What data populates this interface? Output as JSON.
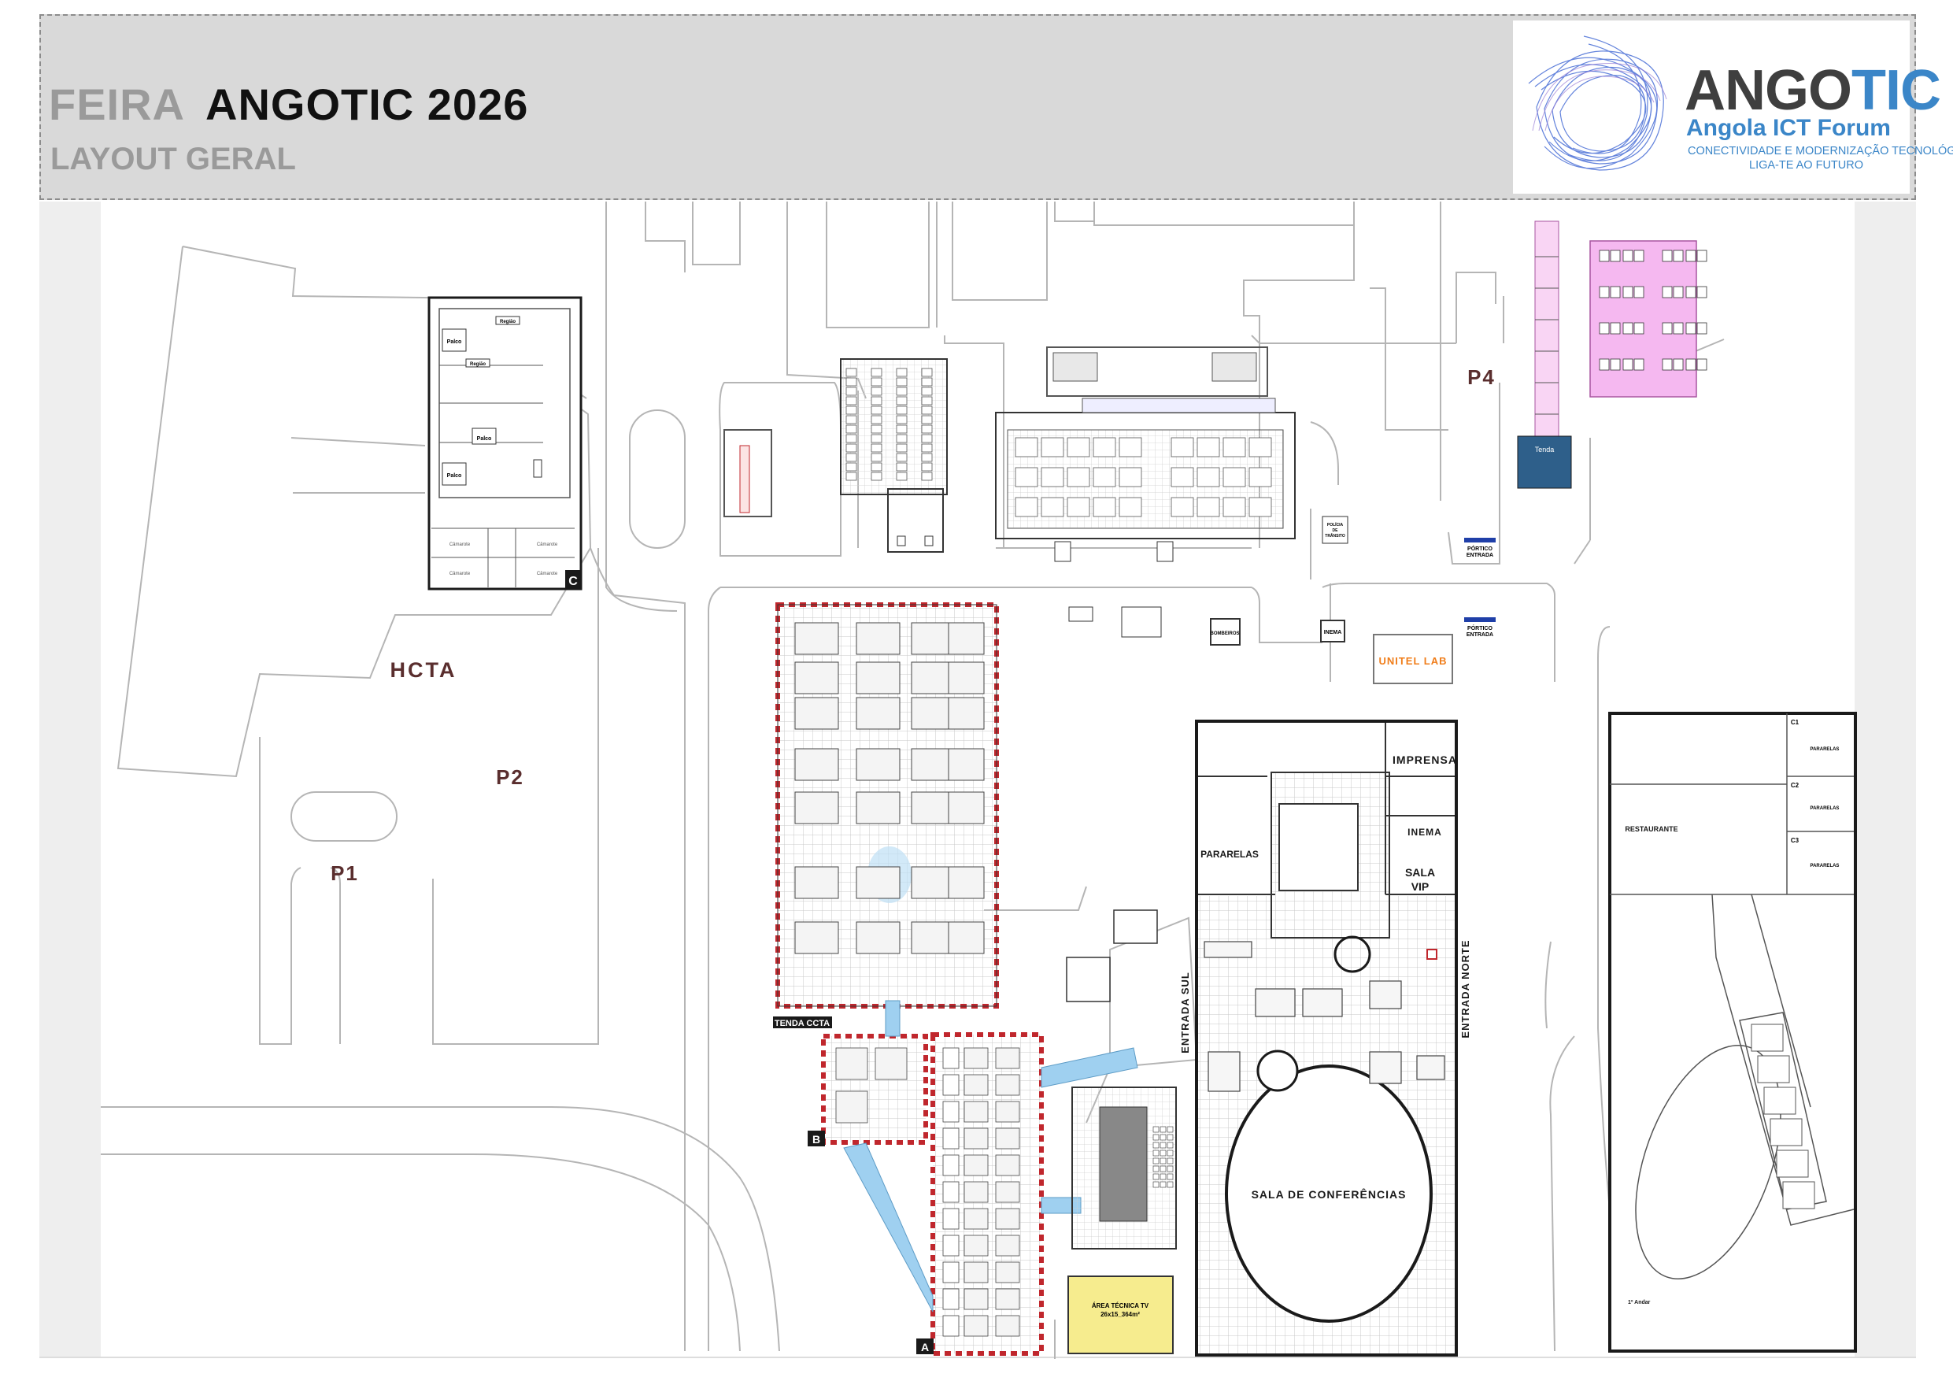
{
  "header": {
    "title_prefix": "FEIRA",
    "title_main": "ANGOTIC 2026",
    "subtitle": "LAYOUT GERAL"
  },
  "logo": {
    "word_dark": "ANGO",
    "word_accent": "TIC",
    "subtitle": "Angola ICT Forum",
    "tagline_1": "CONECTIVIDADE E MODERNIZAÇÃO TECNOLÓGICA",
    "tagline_2": "LIGA-TE AO FUTURO",
    "accent_color": "#3b86c8"
  },
  "zones": {
    "hcta": "HCTA",
    "p1": "P1",
    "p2": "P2",
    "p4": "P4",
    "marker_a": "A",
    "marker_b": "B",
    "marker_c": "C",
    "tenda_ccta": "TENDA CCTA",
    "unitel_lab": "UNITEL LAB",
    "imprensa": "IMPRENSA",
    "inema": "INEMA",
    "inema_small": "INEMA",
    "paralelas": "PARARELAS",
    "sala_vip_1": "SALA",
    "sala_vip_2": "VIP",
    "entrada_sul": "ENTRADA SUL",
    "entrada_norte": "ENTRADA NORTE",
    "sala_conferencias": "SALA DE CONFERÊNCIAS",
    "area_tecnica_1": "ÁREA TÉCNICA TV",
    "area_tecnica_2": "26x15_364m²",
    "restaurante": "RESTAURANTE",
    "primeiro_andar": "1º Andar",
    "portico_1a": "PÓRTICO",
    "portico_1b": "ENTRADA",
    "portico_2a": "PÓRTICO",
    "portico_2b": "ENTRADA",
    "policia_1": "POLÍCIA",
    "policia_2": "DE",
    "policia_3": "TRÂNSITO",
    "bombeiros": "BOMBEIROS",
    "tenda_1": "Tenda",
    "palco": "Palco",
    "regiao": "Região",
    "camarote": "Câmarote",
    "c1": "C1",
    "c2": "C2",
    "c3": "C3",
    "paralelas_small": "PARARELAS"
  },
  "colors": {
    "road": "#b5b5b5",
    "wall": "#1a1a1a",
    "booth_red": "#c0272d",
    "corridor_blue": "#9fd0f0",
    "p4_pink": "#f5b8f0",
    "tenda_blue": "#2e5f8a",
    "unitel_orange": "#f07d1a",
    "area_tecnica_yellow": "#f6ec8e",
    "zone_text": "#5a2e2e",
    "portico_blue": "#1f3fa8"
  }
}
